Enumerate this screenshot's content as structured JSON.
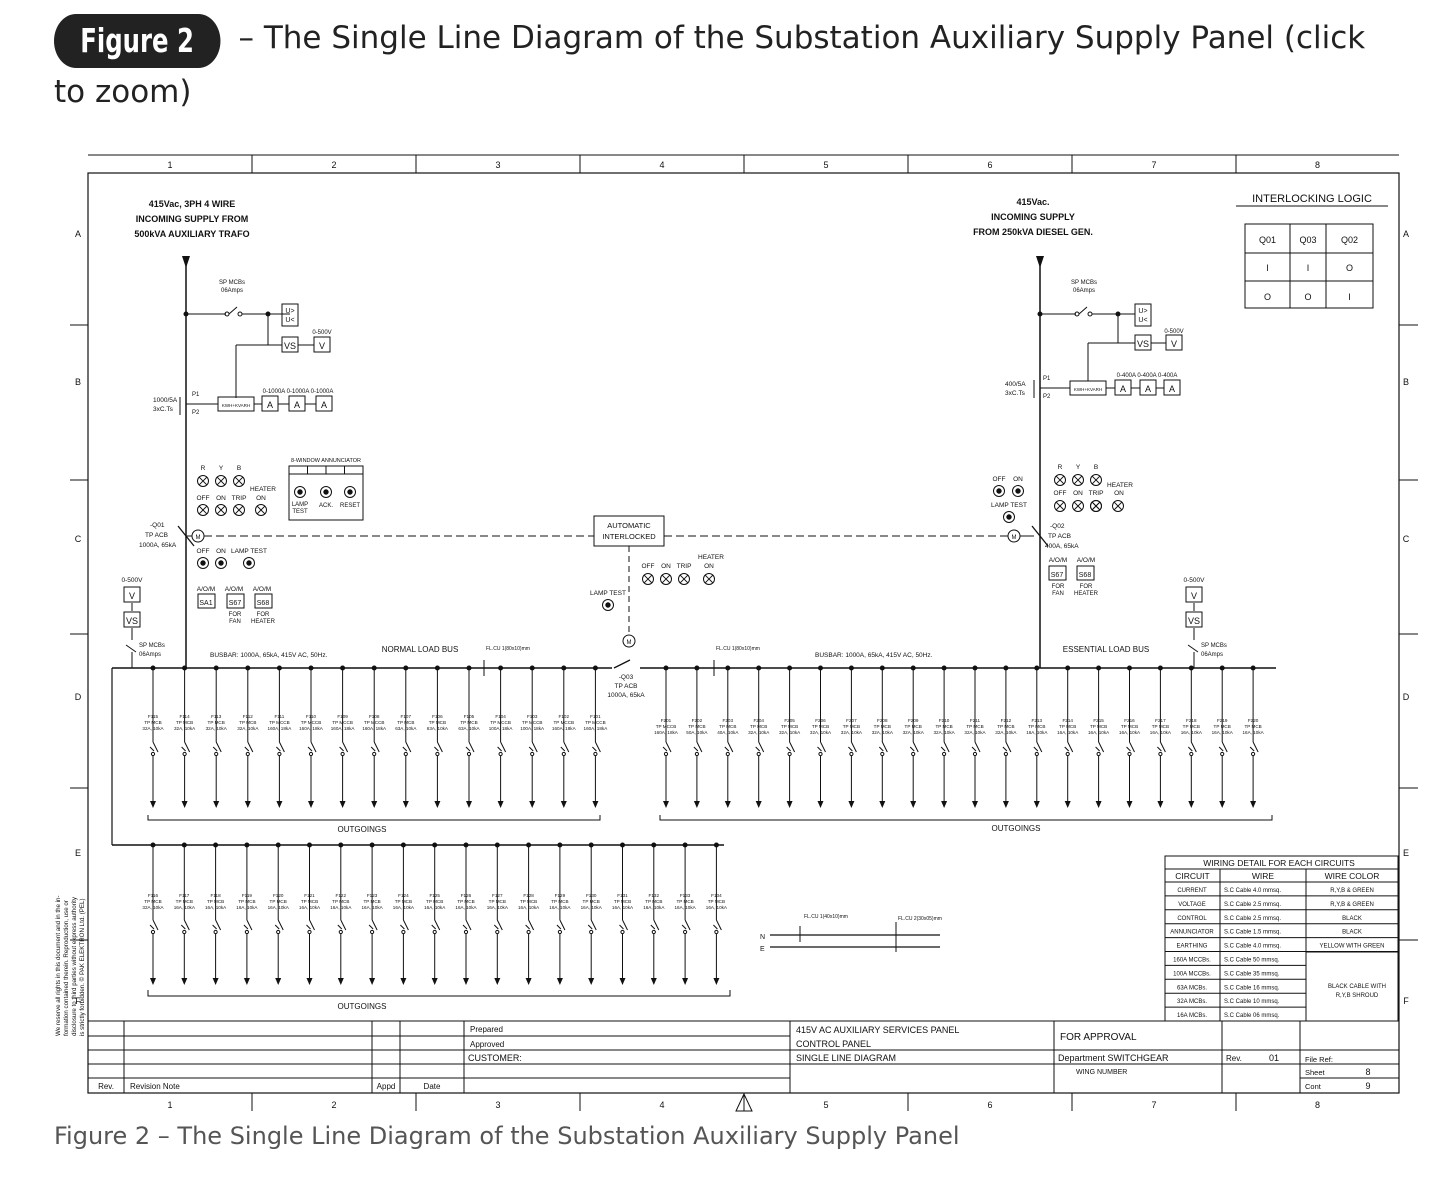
{
  "figure": {
    "badge": "Figure 2",
    "title": "– The Single Line Diagram of the Substation Auxiliary Supply Panel (click to zoom)",
    "caption": "Figure 2 – The Single Line Diagram of the Substation Auxiliary Supply Panel"
  },
  "grid": {
    "columns": [
      "1",
      "2",
      "3",
      "4",
      "5",
      "6",
      "7",
      "8"
    ],
    "rows": [
      "A",
      "B",
      "C",
      "D",
      "E",
      "F"
    ]
  },
  "supply_left": {
    "lines": [
      "415Vac, 3PH 4 WIRE",
      "INCOMING SUPPLY FROM",
      "500kVA AUXILIARY TRAFO"
    ],
    "sp_mcb": [
      "SP MCBs",
      "06Amps"
    ],
    "volt_range": "0-500V",
    "amp_ranges": "0-1000A  0-1000A  0-1000A",
    "ct": [
      "1000/5A",
      "3xC.Ts"
    ],
    "breaker": [
      "-Q01",
      "TP ACB",
      "1000A, 65kA"
    ]
  },
  "supply_right": {
    "lines": [
      "415Vac.",
      "INCOMING SUPPLY",
      "FROM 250kVA DIESEL GEN."
    ],
    "sp_mcb": [
      "SP MCBs",
      "06Amps"
    ],
    "volt_range": "0-500V",
    "amp_ranges": "0-400A 0-400A 0-400A",
    "ct": [
      "400/5A",
      "3xC.Ts"
    ],
    "breaker": [
      "-Q02",
      "TP ACB",
      "400A, 65kA"
    ]
  },
  "coupler": {
    "label": [
      "-Q03",
      "TP ACB",
      "1000A, 65kA"
    ],
    "interlock": [
      "AUTOMATIC",
      "INTERLOCKED"
    ],
    "lamp_test": "LAMP TEST",
    "heater": "HEATER"
  },
  "labels": {
    "meter_v": "V",
    "meter_a": "A",
    "vs": "VS",
    "kwh": "KWH+KVARH",
    "uv": [
      "U>",
      "U<"
    ],
    "p1": "P1",
    "p2": "P2",
    "m": "M",
    "r": "R",
    "y": "Y",
    "b": "B",
    "off": "OFF",
    "on": "ON",
    "trip": "TRIP",
    "heater": "HEATER",
    "lamp_test": "LAMP TEST",
    "aom": "A/O/M",
    "sa1": "SA1",
    "s67": "S67",
    "s68": "S68",
    "for_fan": [
      "FOR",
      "FAN"
    ],
    "for_heater": [
      "FOR",
      "HEATER"
    ],
    "annunciator": "8-WINDOW ANNUNCIATOR",
    "ann_buttons": [
      "LAMP TEST",
      "ACK.",
      "RESET"
    ],
    "normal_bus": "NORMAL LOAD BUS",
    "essential_bus": "ESSENTIAL LOAD BUS",
    "busbar": "BUSBAR: 1000A, 65kA, 415V AC, 50Hz.",
    "flcu_bus": "FL.CU 1(80x10)mm",
    "flcu_n": "FL.CU 1(40x10)mm",
    "flcu_e": "FL.CU 2(30x05)mm",
    "outgoings": "OUTGOINGS",
    "n": "N",
    "e": "E"
  },
  "feeders_normal": [
    {
      "id": "F115",
      "t": "TP MCB",
      "r": "32A, 10kA"
    },
    {
      "id": "F114",
      "t": "TP MCB",
      "r": "32A, 10kA"
    },
    {
      "id": "F113",
      "t": "TP MCB",
      "r": "32A, 10kA"
    },
    {
      "id": "F112",
      "t": "TP MCB",
      "r": "32A, 10kA"
    },
    {
      "id": "F111",
      "t": "TP MCCB",
      "r": "160A, 18kA"
    },
    {
      "id": "F110",
      "t": "TP MCCB",
      "r": "160A, 18kA"
    },
    {
      "id": "F109",
      "t": "TP MCCB",
      "r": "160A, 18kA"
    },
    {
      "id": "F108",
      "t": "TP MCCB",
      "r": "160A, 18kA"
    },
    {
      "id": "F107",
      "t": "TP MCB",
      "r": "63A, 10kA"
    },
    {
      "id": "F106",
      "t": "TP MCB",
      "r": "63A, 10kA"
    },
    {
      "id": "F105",
      "t": "TP MCB",
      "r": "63A, 10kA"
    },
    {
      "id": "F104",
      "t": "TP MCCB",
      "r": "100A, 18kA"
    },
    {
      "id": "F103",
      "t": "TP MCCB",
      "r": "100A, 18kA"
    },
    {
      "id": "F102",
      "t": "TP MCCB",
      "r": "160A, 18kA"
    },
    {
      "id": "F101",
      "t": "TP MCCB",
      "r": "160A, 18kA"
    }
  ],
  "feeders_essential": [
    {
      "id": "F201",
      "t": "TP MCCB",
      "r": "160A, 18kA"
    },
    {
      "id": "F202",
      "t": "TP MCB",
      "r": "50A, 10kA"
    },
    {
      "id": "F203",
      "t": "TP MCB",
      "r": "40A, 10kA"
    },
    {
      "id": "F204",
      "t": "TP MCB",
      "r": "32A, 10kA"
    },
    {
      "id": "F205",
      "t": "TP MCB",
      "r": "32A, 10kA"
    },
    {
      "id": "F206",
      "t": "TP MCB",
      "r": "32A, 10kA"
    },
    {
      "id": "F207",
      "t": "TP MCB",
      "r": "32A, 10kA"
    },
    {
      "id": "F208",
      "t": "TP MCB",
      "r": "32A, 10kA"
    },
    {
      "id": "F209",
      "t": "TP MCB",
      "r": "32A, 10kA"
    },
    {
      "id": "F210",
      "t": "TP MCB",
      "r": "32A, 10kA"
    },
    {
      "id": "F211",
      "t": "TP MCB",
      "r": "32A, 10kA"
    },
    {
      "id": "F212",
      "t": "TP MCB",
      "r": "32A, 10kA"
    },
    {
      "id": "F213",
      "t": "TP MCB",
      "r": "16A, 10kA"
    },
    {
      "id": "F214",
      "t": "TP MCB",
      "r": "16A, 10kA"
    },
    {
      "id": "F215",
      "t": "TP MCB",
      "r": "16A, 10kA"
    },
    {
      "id": "F216",
      "t": "TP MCB",
      "r": "16A, 10kA"
    },
    {
      "id": "F217",
      "t": "TP MCB",
      "r": "16A, 10kA"
    },
    {
      "id": "F218",
      "t": "TP MCB",
      "r": "16A, 10kA"
    },
    {
      "id": "F219",
      "t": "TP MCB",
      "r": "16A, 10kA"
    },
    {
      "id": "F220",
      "t": "TP MCB",
      "r": "16A, 10kA"
    }
  ],
  "feeders_lower": [
    {
      "id": "F116",
      "t": "TP MCB",
      "r": "32A, 10kA"
    },
    {
      "id": "F117",
      "t": "TP MCB",
      "r": "16A, 10kA"
    },
    {
      "id": "F118",
      "t": "TP MCB",
      "r": "16A, 10kA"
    },
    {
      "id": "F119",
      "t": "TP MCB",
      "r": "16A, 10kA"
    },
    {
      "id": "F120",
      "t": "TP MCB",
      "r": "16A, 10kA"
    },
    {
      "id": "F121",
      "t": "TP MCB",
      "r": "16A, 10kA"
    },
    {
      "id": "F122",
      "t": "TP MCB",
      "r": "16A, 10kA"
    },
    {
      "id": "F123",
      "t": "TP MCB",
      "r": "16A, 10kA"
    },
    {
      "id": "F124",
      "t": "TP MCB",
      "r": "16A, 10kA"
    },
    {
      "id": "F125",
      "t": "TP MCB",
      "r": "16A, 10kA"
    },
    {
      "id": "F126",
      "t": "TP MCB",
      "r": "16A, 10kA"
    },
    {
      "id": "F127",
      "t": "TP MCB",
      "r": "16A, 10kA"
    },
    {
      "id": "F128",
      "t": "TP MCB",
      "r": "16A, 10kA"
    },
    {
      "id": "F129",
      "t": "TP MCB",
      "r": "16A, 10kA"
    },
    {
      "id": "F130",
      "t": "TP MCB",
      "r": "16A, 10kA"
    },
    {
      "id": "F131",
      "t": "TP MCB",
      "r": "16A, 10kA"
    },
    {
      "id": "F132",
      "t": "TP MCB",
      "r": "16A, 10kA"
    },
    {
      "id": "F133",
      "t": "TP MCB",
      "r": "16A, 10kA"
    },
    {
      "id": "F134",
      "t": "TP MCB",
      "r": "16A, 10kA"
    }
  ],
  "interlocking": {
    "title": "INTERLOCKING  LOGIC",
    "headers": [
      "Q01",
      "Q03",
      "Q02"
    ],
    "rows": [
      [
        "I",
        "I",
        "O"
      ],
      [
        "O",
        "O",
        "I"
      ]
    ]
  },
  "wiring_table": {
    "title": "WIRING DETAIL FOR EACH CIRCUITS",
    "headers": [
      "CIRCUIT",
      "WIRE",
      "WIRE COLOR"
    ],
    "rows": [
      [
        "CURRENT",
        "S.C Cable 4.0 mmsq.",
        "R,Y,B & GREEN"
      ],
      [
        "VOLTAGE",
        "S.C Cable 2.5 mmsq.",
        "R,Y,B & GREEN"
      ],
      [
        "CONTROL",
        "S.C Cable 2.5 mmsq.",
        "BLACK"
      ],
      [
        "ANNUNCIATOR",
        "S.C Cable 1.5 mmsq.",
        "BLACK"
      ],
      [
        "EARTHING",
        "S.C Cable 4.0 mmsq.",
        "YELLOW WITH GREEN"
      ],
      [
        "160A MCCBs.",
        "S.C Cable 50 mmsq.",
        ""
      ],
      [
        "100A MCCBs.",
        "S.C Cable 35 mmsq.",
        ""
      ],
      [
        "63A MCBs.",
        "S.C Cable 16 mmsq.",
        ""
      ],
      [
        "32A MCBs.",
        "S.C Cable 10 mmsq.",
        ""
      ],
      [
        "16A MCBs.",
        "S.C Cable 06 mmsq.",
        ""
      ]
    ],
    "merged_color": [
      "BLACK CABLE WITH",
      "R,Y,B SHROUD"
    ]
  },
  "title_block": {
    "prepared": "Prepared",
    "approved": "Approved",
    "customer": "CUSTOMER:",
    "title_lines": [
      "415V  AC  AUXILIARY  SERVICES  PANEL",
      "CONTROL  PANEL",
      "SINGLE  LINE  DIAGRAM"
    ],
    "status": "FOR  APPROVAL",
    "department": "Department  SWITCHGEAR",
    "drawing_number": "WING NUMBER",
    "rev_label": "Rev.",
    "rev_value": "01",
    "file_ref": "File Ref:",
    "sheet_label": "Sheet",
    "sheet_value": "8",
    "cont_label": "Cont",
    "cont_value": "9",
    "rev_col": "Rev.",
    "revision_note": "Revision  Note",
    "appd": "Appd",
    "date": "Date"
  },
  "rights_notice": [
    "We reserve all rights in this document and in the in-",
    "formation contained therein. Reproduction, use or",
    "disclosure to third parties without express authority",
    "is strictly forbidden.  © PAK ELEKTRON Ltd. (PEL)"
  ]
}
